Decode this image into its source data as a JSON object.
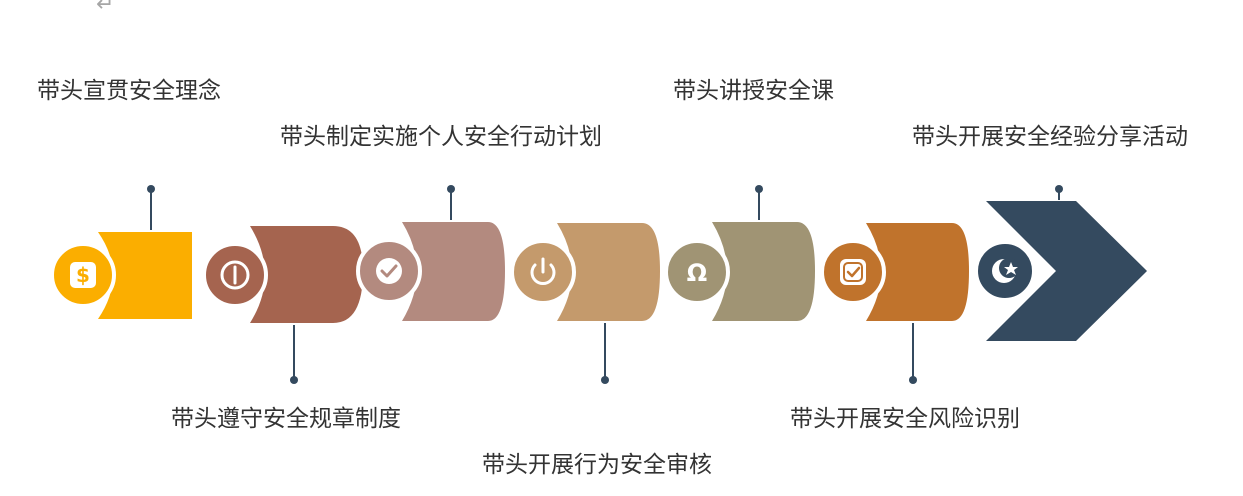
{
  "return_mark": "↵",
  "steps": [
    {
      "label": "带头宣贯安全理念",
      "icon": "dollar-icon",
      "color": "#fbae00"
    },
    {
      "label": "带头遵守安全规章制度",
      "icon": "power-circle-icon",
      "color": "#a5644f"
    },
    {
      "label": "带头制定实施个人安全行动计划",
      "icon": "check-circle-icon",
      "color": "#b38a7f"
    },
    {
      "label": "带头开展行为安全审核",
      "icon": "power-icon",
      "color": "#c49a6c"
    },
    {
      "label": "带头讲授安全课",
      "icon": "omega-icon",
      "color": "#a09474"
    },
    {
      "label": "带头开展安全风险识别",
      "icon": "check-square-icon",
      "color": "#c0732c"
    },
    {
      "label": "带头开展安全经验分享活动",
      "icon": "star-crescent-icon",
      "color": "#344a5f"
    }
  ],
  "connector_color": "#344a5f"
}
